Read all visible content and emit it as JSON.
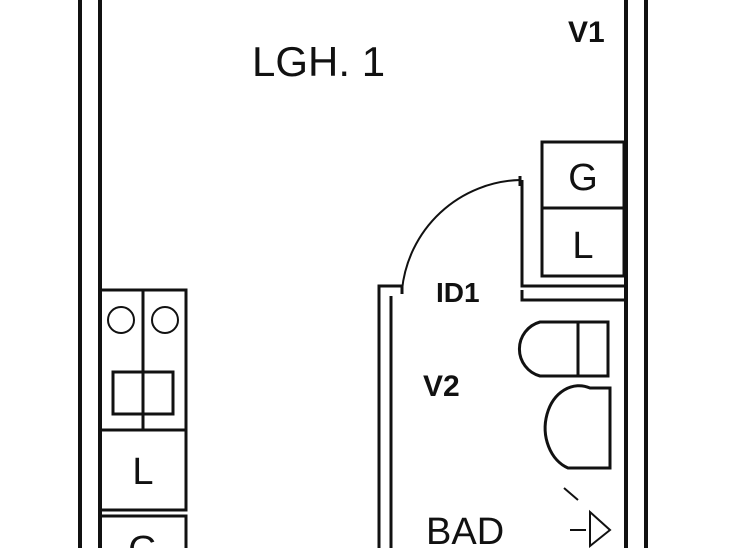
{
  "labels": {
    "apartment": "LGH. 1",
    "v1": "V1",
    "v2": "V2",
    "id1": "ID1",
    "bad": "BAD"
  },
  "cabinets": {
    "right_upper": "G",
    "right_lower": "L",
    "left_upper": "L",
    "left_lower": "G"
  },
  "colors": {
    "line": "#111111",
    "background": "#ffffff"
  }
}
